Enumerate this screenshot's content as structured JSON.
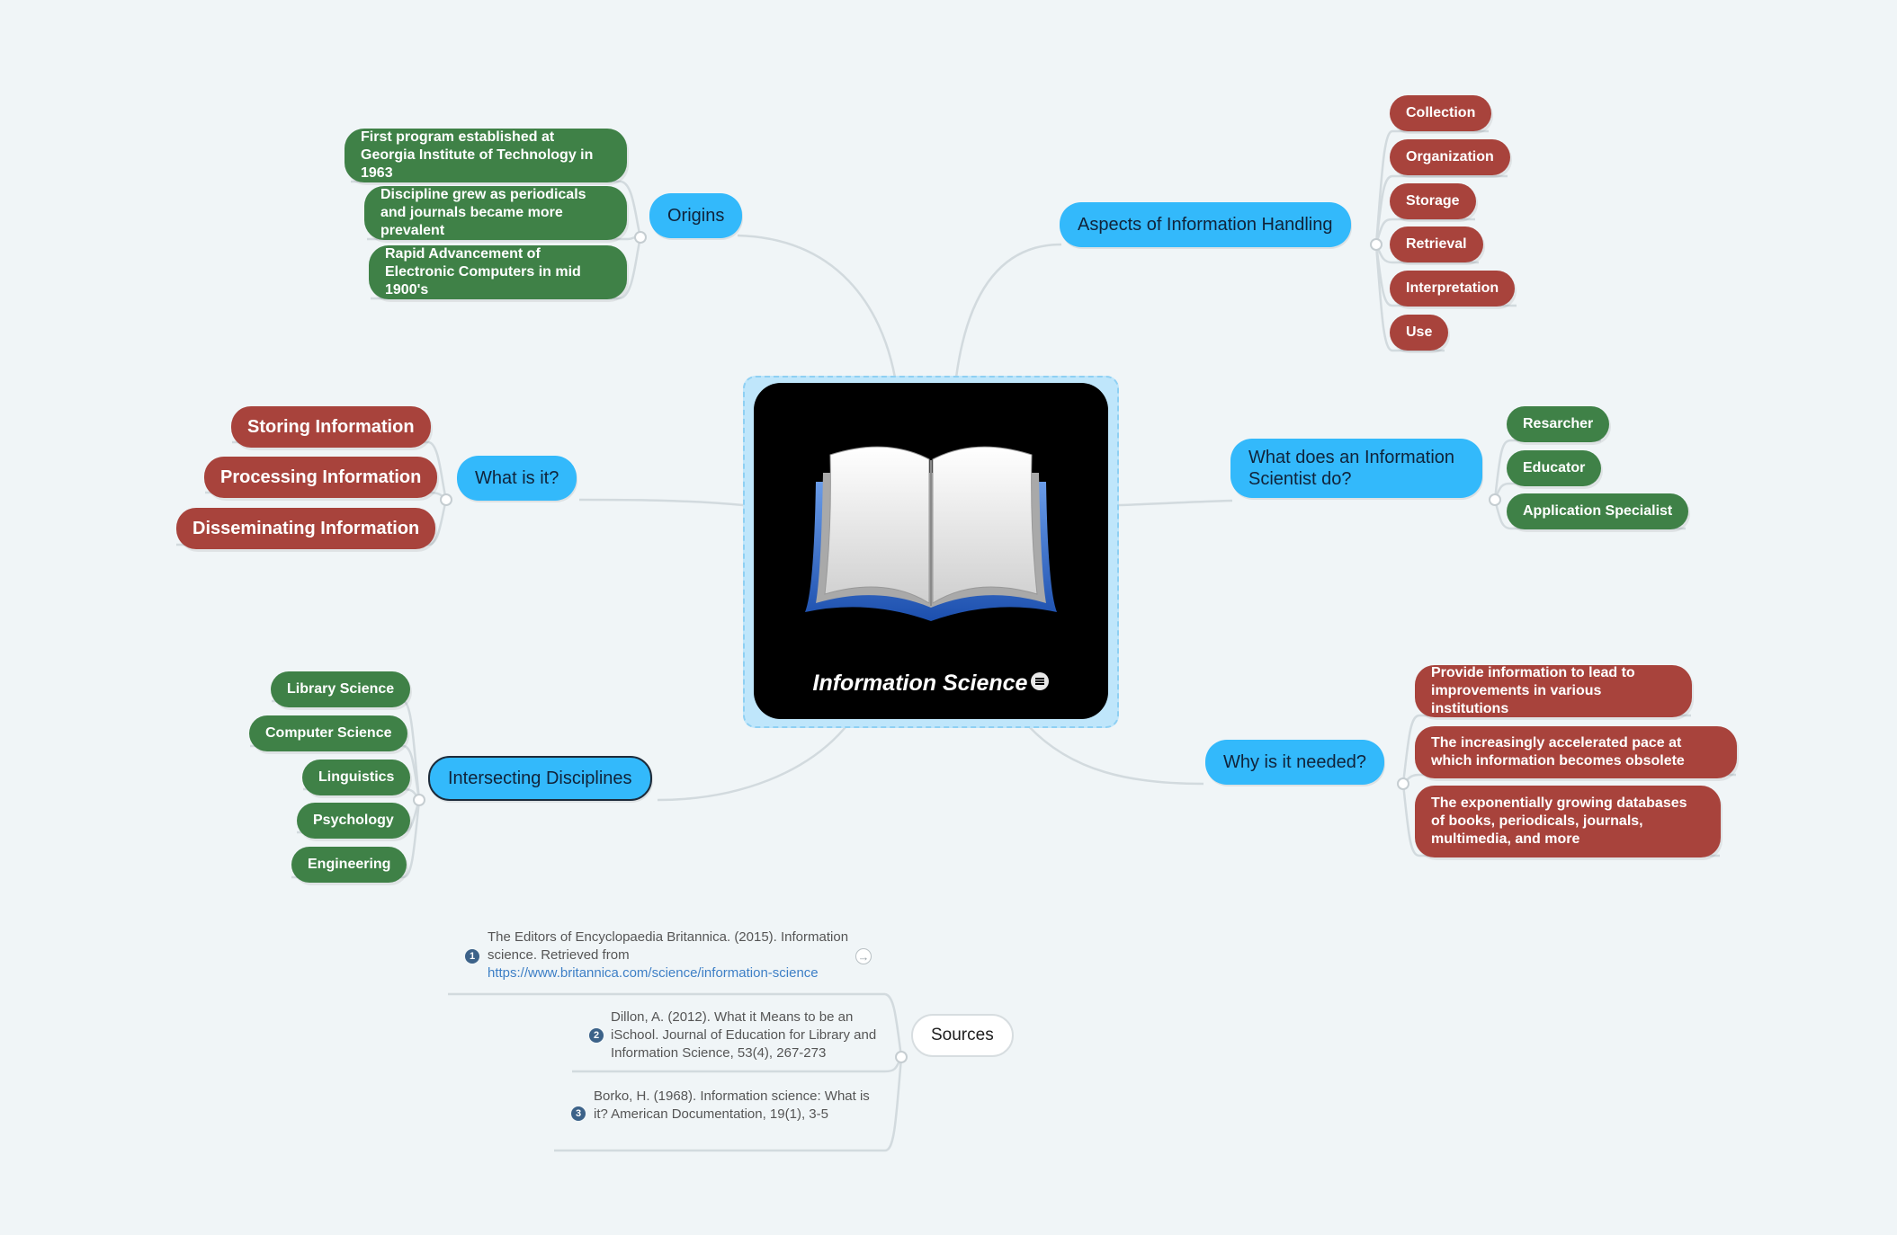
{
  "central": {
    "title": "Information Science",
    "image": "open-book-icon"
  },
  "origins": {
    "label": "Origins",
    "items": [
      "First program established at Georgia Institute of Technology in 1963",
      "Discipline grew as periodicals and journals became more prevalent",
      "Rapid Advancement of Electronic Computers in mid 1900's"
    ]
  },
  "what_is_it": {
    "label": "What is it?",
    "items": [
      "Storing Information",
      "Processing Information",
      "Disseminating Information"
    ]
  },
  "intersecting": {
    "label": "Intersecting Disciplines",
    "items": [
      "Library Science",
      "Computer Science",
      "Linguistics",
      "Psychology",
      "Engineering"
    ]
  },
  "aspects": {
    "label": "Aspects of Information Handling",
    "items": [
      "Collection",
      "Organization",
      "Storage",
      "Retrieval",
      "Interpretation",
      "Use"
    ]
  },
  "scientist": {
    "label": "What does an Information Scientist do?",
    "items": [
      "Resarcher",
      "Educator",
      "Application Specialist"
    ]
  },
  "why": {
    "label": "Why is it needed?",
    "items": [
      "Provide information to lead to improvements in various institutions",
      "The increasingly accelerated pace at which information becomes obsolete",
      "The exponentially growing databases of books, periodicals, journals, multimedia, and more"
    ]
  },
  "sources": {
    "label": "Sources",
    "refs": [
      {
        "num": "1",
        "text": "The Editors of Encyclopaedia Britannica. (2015). Information science. Retrieved from",
        "link": "https://www.britannica.com/science/information-science"
      },
      {
        "num": "2",
        "text": "Dillon, A. (2012). What it Means to be an iSchool. Journal of Education for Library and Information Science, 53(4), 267-273"
      },
      {
        "num": "3",
        "text": "Borko, H. (1968). Information science: What is it? American Documentation, 19(1), 3-5"
      }
    ]
  },
  "colors": {
    "main": "#33b9fb",
    "green": "#3f8147",
    "red": "#a8433c",
    "background": "#f0f5f7",
    "link": "#3d7fc6"
  }
}
